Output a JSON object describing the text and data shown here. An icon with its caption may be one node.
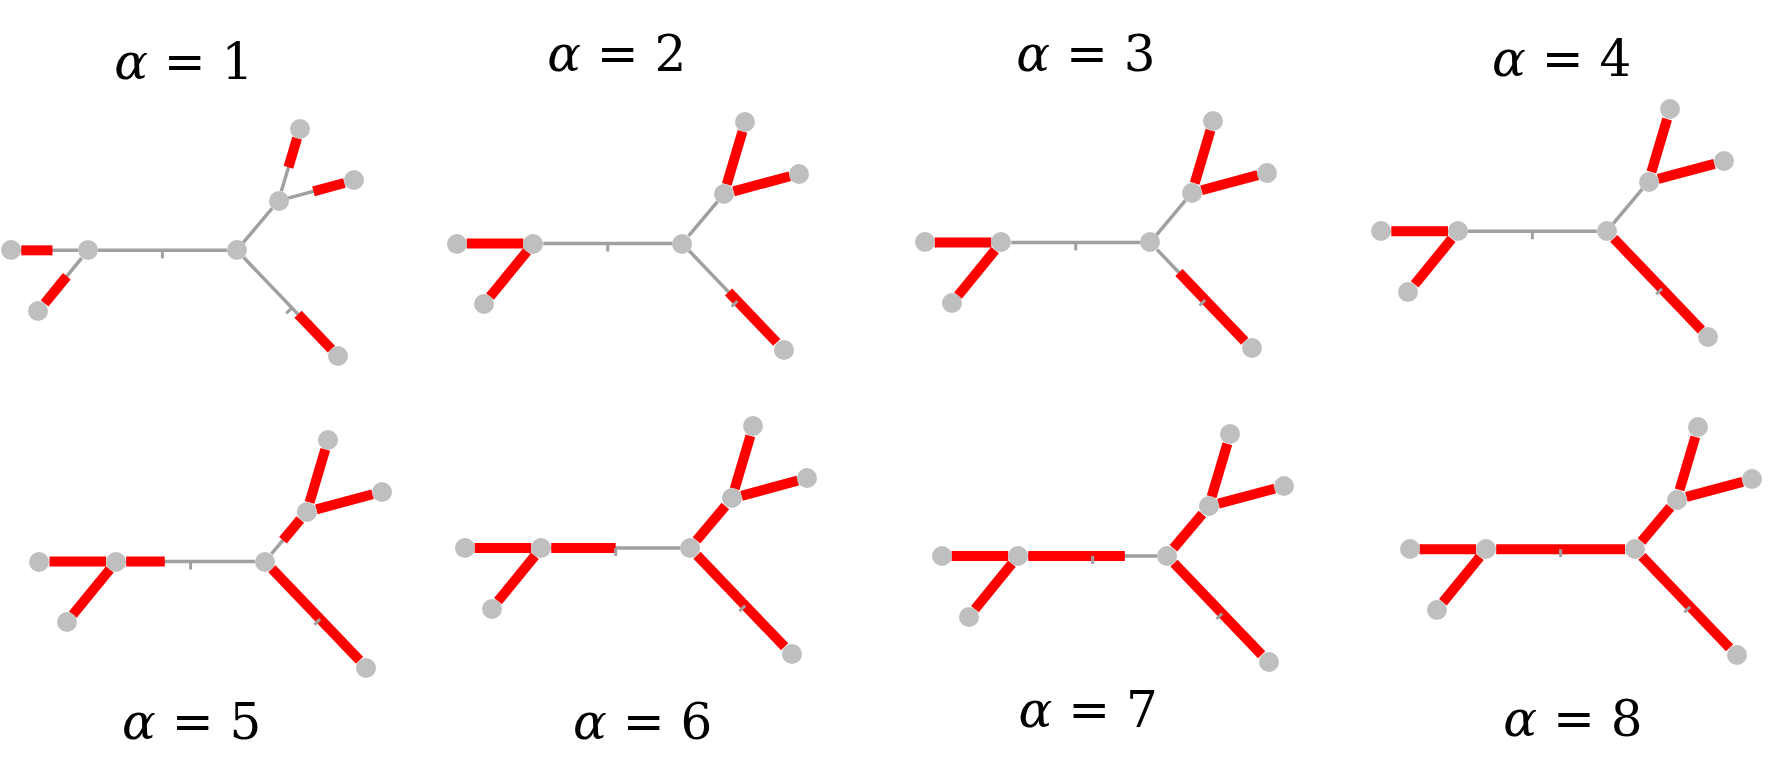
{
  "diagram": {
    "nodes": [
      {
        "text": [],
        "shape": "circle"
      },
      {
        "text": [],
        "shape": "circle"
      },
      {
        "text": [],
        "shape": "circle"
      },
      {
        "text": [],
        "shape": "circle"
      },
      {
        "text": [],
        "shape": "circle"
      },
      {
        "text": [],
        "shape": "circle"
      },
      {
        "text": [],
        "shape": "circle"
      },
      {
        "text": [],
        "shape": "circle"
      },
      {
        "text": [],
        "shape": "circle"
      },
      {
        "text": [],
        "shape": "circle"
      },
      {
        "text": [],
        "shape": "circle"
      },
      {
        "text": [],
        "shape": "circle"
      },
      {
        "text": [],
        "shape": "circle"
      },
      {
        "text": [],
        "shape": "circle"
      },
      {
        "text": [],
        "shape": "circle"
      },
      {
        "text": [],
        "shape": "circle"
      },
      {
        "text": [],
        "shape": "circle"
      },
      {
        "text": [],
        "shape": "circle"
      },
      {
        "text": [],
        "shape": "circle"
      },
      {
        "text": [],
        "shape": "circle"
      },
      {
        "text": [],
        "shape": "circle"
      },
      {
        "text": [],
        "shape": "circle"
      },
      {
        "text": [],
        "shape": "circle"
      },
      {
        "text": [],
        "shape": "circle"
      },
      {
        "text": [],
        "shape": "circle"
      },
      {
        "text": [],
        "shape": "circle"
      },
      {
        "text": [],
        "shape": "circle"
      },
      {
        "text": [],
        "shape": "circle"
      },
      {
        "text": [],
        "shape": "circle"
      },
      {
        "text": [],
        "shape": "circle"
      },
      {
        "text": [],
        "shape": "circle"
      },
      {
        "text": [],
        "shape": "circle"
      },
      {
        "text": [],
        "shape": "circle"
      },
      {
        "text": [],
        "shape": "circle"
      },
      {
        "text": [],
        "shape": "circle"
      },
      {
        "text": [],
        "shape": "circle"
      },
      {
        "text": [],
        "shape": "circle"
      },
      {
        "text": [],
        "shape": "circle"
      },
      {
        "text": [],
        "shape": "circle"
      },
      {
        "text": [],
        "shape": "circle"
      },
      {
        "text": [],
        "shape": "circle"
      },
      {
        "text": [],
        "shape": "circle"
      },
      {
        "text": [],
        "shape": "circle"
      },
      {
        "text": [],
        "shape": "circle"
      },
      {
        "text": [],
        "shape": "circle"
      },
      {
        "text": [],
        "shape": "circle"
      },
      {
        "text": [],
        "shape": "circle"
      },
      {
        "text": [],
        "shape": "circle"
      },
      {
        "text": [],
        "shape": "circle"
      },
      {
        "text": [],
        "shape": "circle"
      },
      {
        "text": [],
        "shape": "circle"
      },
      {
        "text": [],
        "shape": "circle"
      },
      {
        "text": [],
        "shape": "circle"
      },
      {
        "text": [],
        "shape": "circle"
      },
      {
        "text": [],
        "shape": "circle"
      },
      {
        "text": [],
        "shape": "circle"
      },
      {
        "text": [],
        "shape": "circle"
      },
      {
        "text": [],
        "shape": "circle"
      },
      {
        "text": [],
        "shape": "circle"
      },
      {
        "text": [],
        "shape": "circle"
      },
      {
        "text": [],
        "shape": "circle"
      },
      {
        "text": [],
        "shape": "circle"
      },
      {
        "text": [],
        "shape": "circle"
      },
      {
        "text": [],
        "shape": "circle"
      }
    ],
    "edges": [
      {
        "from": 1,
        "to": 0,
        "arrow": "none",
        "color": "#a0a0a0"
      },
      {
        "from": 1,
        "to": 2,
        "arrow": "none",
        "color": "#a0a0a0"
      },
      {
        "from": 1,
        "to": 3,
        "arrow": "none",
        "color": "#a0a0a0"
      },
      {
        "from": 3,
        "to": 4,
        "arrow": "none",
        "color": "#a0a0a0"
      },
      {
        "from": 4,
        "to": 5,
        "arrow": "none",
        "color": "#a0a0a0"
      },
      {
        "from": 4,
        "to": 6,
        "arrow": "none",
        "color": "#a0a0a0"
      },
      {
        "from": 3,
        "to": 7,
        "arrow": "none",
        "color": "#a0a0a0"
      },
      {
        "from": 9,
        "to": 8,
        "arrow": "none"
      },
      {
        "from": 9,
        "to": 10,
        "arrow": "none"
      },
      {
        "from": 9,
        "to": 11,
        "arrow": "none",
        "color": "#a0a0a0"
      },
      {
        "from": 11,
        "to": 12,
        "arrow": "none",
        "color": "#a0a0a0"
      },
      {
        "from": 12,
        "to": 13,
        "arrow": "none"
      },
      {
        "from": 12,
        "to": 14,
        "arrow": "none"
      },
      {
        "from": 11,
        "to": 15,
        "arrow": "none",
        "color": "#a0a0a0"
      },
      {
        "from": 17,
        "to": 16,
        "arrow": "none"
      },
      {
        "from": 17,
        "to": 18,
        "arrow": "none"
      },
      {
        "from": 17,
        "to": 19,
        "arrow": "none",
        "color": "#a0a0a0"
      },
      {
        "from": 19,
        "to": 20,
        "arrow": "none",
        "color": "#a0a0a0"
      },
      {
        "from": 20,
        "to": 21,
        "arrow": "none"
      },
      {
        "from": 20,
        "to": 22,
        "arrow": "none"
      },
      {
        "from": 19,
        "to": 23,
        "arrow": "none",
        "color": "#a0a0a0"
      },
      {
        "from": 25,
        "to": 24,
        "arrow": "none"
      },
      {
        "from": 25,
        "to": 26,
        "arrow": "none"
      },
      {
        "from": 25,
        "to": 27,
        "arrow": "none",
        "color": "#a0a0a0"
      },
      {
        "from": 27,
        "to": 28,
        "arrow": "none",
        "color": "#a0a0a0"
      },
      {
        "from": 28,
        "to": 29,
        "arrow": "none"
      },
      {
        "from": 28,
        "to": 30,
        "arrow": "none"
      },
      {
        "from": 27,
        "to": 31,
        "arrow": "none"
      },
      {
        "from": 33,
        "to": 32,
        "arrow": "none"
      },
      {
        "from": 33,
        "to": 34,
        "arrow": "none"
      },
      {
        "from": 33,
        "to": 35,
        "arrow": "none",
        "color": "#a0a0a0"
      },
      {
        "from": 35,
        "to": 36,
        "arrow": "none",
        "color": "#a0a0a0"
      },
      {
        "from": 36,
        "to": 37,
        "arrow": "none"
      },
      {
        "from": 36,
        "to": 38,
        "arrow": "none"
      },
      {
        "from": 35,
        "to": 39,
        "arrow": "none"
      },
      {
        "from": 41,
        "to": 40,
        "arrow": "none"
      },
      {
        "from": 41,
        "to": 42,
        "arrow": "none"
      },
      {
        "from": 41,
        "to": 43,
        "arrow": "none",
        "color": "#a0a0a0"
      },
      {
        "from": 43,
        "to": 44,
        "arrow": "none"
      },
      {
        "from": 44,
        "to": 45,
        "arrow": "none"
      },
      {
        "from": 44,
        "to": 46,
        "arrow": "none"
      },
      {
        "from": 43,
        "to": 47,
        "arrow": "none"
      },
      {
        "from": 49,
        "to": 48,
        "arrow": "none"
      },
      {
        "from": 49,
        "to": 50,
        "arrow": "none"
      },
      {
        "from": 49,
        "to": 51,
        "arrow": "none",
        "color": "#a0a0a0"
      },
      {
        "from": 51,
        "to": 52,
        "arrow": "none"
      },
      {
        "from": 52,
        "to": 53,
        "arrow": "none"
      },
      {
        "from": 52,
        "to": 54,
        "arrow": "none"
      },
      {
        "from": 51,
        "to": 55,
        "arrow": "none"
      },
      {
        "from": 57,
        "to": 56,
        "arrow": "none"
      },
      {
        "from": 57,
        "to": 58,
        "arrow": "none"
      },
      {
        "from": 57,
        "to": 59,
        "arrow": "none"
      },
      {
        "from": 59,
        "to": 60,
        "arrow": "none"
      },
      {
        "from": 60,
        "to": 61,
        "arrow": "none"
      },
      {
        "from": 60,
        "to": 62,
        "arrow": "none"
      },
      {
        "from": 59,
        "to": 63,
        "arrow": "none"
      }
    ],
    "labels": [
      "*α* = 1",
      "*α* = 2",
      "*α* = 3",
      "*α* = 4",
      "*α* = 5",
      "*α* = 6",
      "*α* = 7",
      "*α* = 8"
    ]
  }
}
